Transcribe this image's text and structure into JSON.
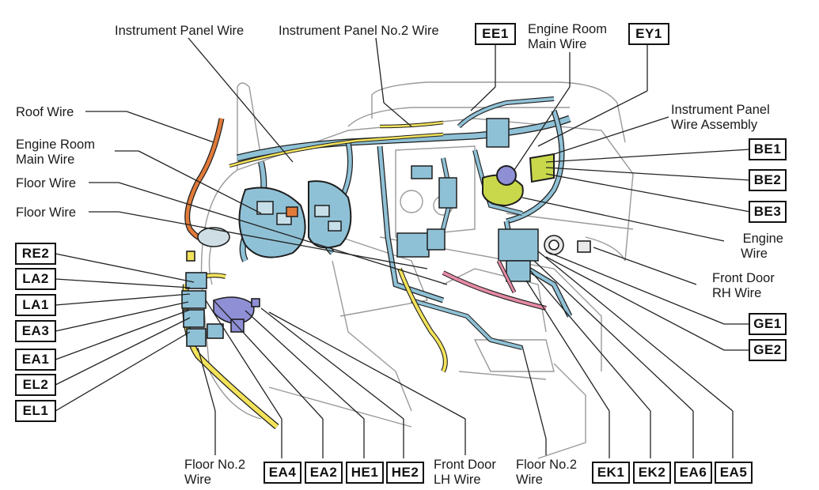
{
  "labels": {
    "instrument_panel_wire": "Instrument Panel Wire",
    "instrument_panel_no2_wire": "Instrument Panel No.2 Wire",
    "engine_room_main_wire_top_l1": "Engine Room",
    "engine_room_main_wire_top_l2": "Main Wire",
    "roof_wire": "Roof Wire",
    "engine_room_main_wire_left_l1": "Engine Room",
    "engine_room_main_wire_left_l2": "Main Wire",
    "floor_wire_1": "Floor Wire",
    "floor_wire_2": "Floor Wire",
    "instrument_panel_wire_assembly_l1": "Instrument Panel",
    "instrument_panel_wire_assembly_l2": "Wire Assembly",
    "engine_wire_l1": "Engine",
    "engine_wire_l2": "Wire",
    "front_door_rh_wire_l1": "Front Door",
    "front_door_rh_wire_l2": "RH Wire",
    "floor_no2_wire_left_l1": "Floor No.2",
    "floor_no2_wire_left_l2": "Wire",
    "front_door_lh_wire_l1": "Front Door",
    "front_door_lh_wire_l2": "LH Wire",
    "floor_no2_wire_right_l1": "Floor No.2",
    "floor_no2_wire_right_l2": "Wire"
  },
  "connectors": {
    "ee1": "EE1",
    "ey1": "EY1",
    "be1": "BE1",
    "be2": "BE2",
    "be3": "BE3",
    "ge1": "GE1",
    "ge2": "GE2",
    "re2": "RE2",
    "la2": "LA2",
    "la1": "LA1",
    "ea3": "EA3",
    "ea1": "EA1",
    "el2": "EL2",
    "el1": "EL1",
    "ea4": "EA4",
    "ea2": "EA2",
    "he1": "HE1",
    "he2": "HE2",
    "ek1": "EK1",
    "ek2": "EK2",
    "ea6": "EA6",
    "ea5": "EA5"
  },
  "colors": {
    "harness_blue": "#8fc1d6",
    "harness_yellow": "#f3e35a",
    "harness_orange": "#e07a3a",
    "harness_pink": "#e58aa5",
    "harness_green": "#c9d84a",
    "connector_purple": "#8f8fd6",
    "leader_line": "#222222"
  }
}
